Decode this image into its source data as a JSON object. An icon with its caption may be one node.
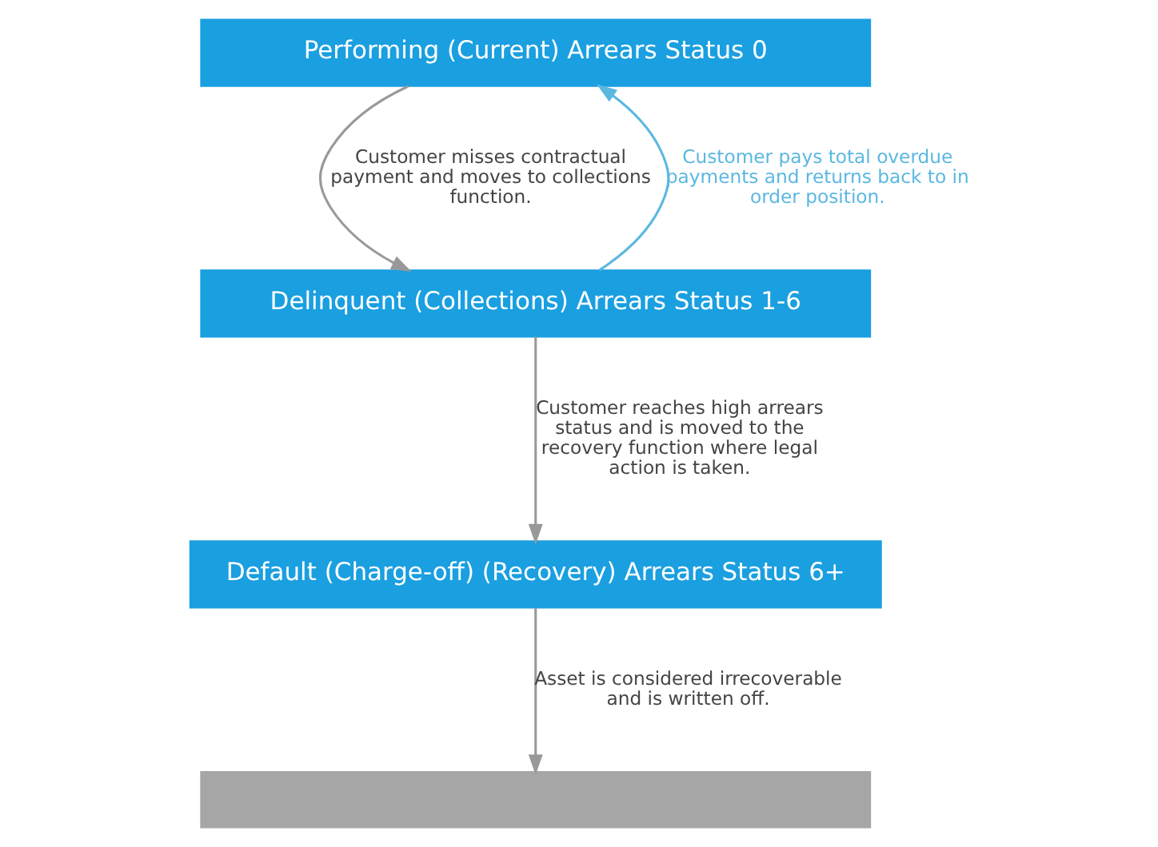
{
  "diagram": {
    "nodes": [
      {
        "text": [
          "Performing (Current) Arrears Status 0"
        ]
      },
      {
        "text": [
          "Delinquent (Collections) Arrears Status 1-6"
        ]
      },
      {
        "text": [
          "Default (Charge-off) (Recovery) Arrears Status 6+"
        ]
      },
      {
        "text": [],
        "shape": "bar"
      }
    ],
    "edges": [
      {
        "from": 0,
        "to": 1,
        "arrow": "to",
        "label": "Customer misses contractual payment and moves to collections function."
      },
      {
        "from": 1,
        "to": 0,
        "arrow": "to",
        "color": "#5bb8e0",
        "label": "Customer pays total overdue payments and returns back to in order position."
      },
      {
        "from": 1,
        "to": 2,
        "arrow": "to",
        "label": "Customer reaches high arrears status and is moved to the recovery function where legal action is taken."
      },
      {
        "from": 2,
        "to": 3,
        "arrow": "to",
        "label": "Asset is considered irrecoverable and is written off."
      }
    ]
  }
}
